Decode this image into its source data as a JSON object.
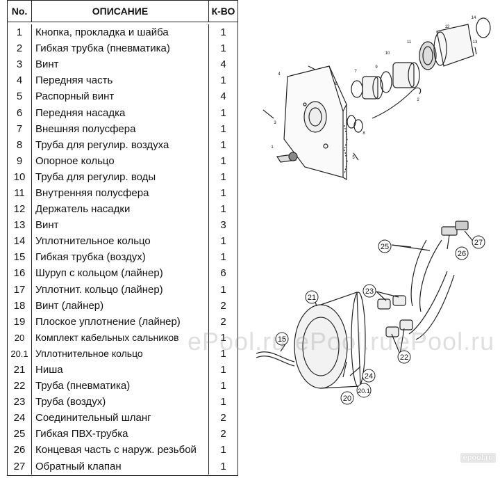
{
  "table": {
    "headers": {
      "no": "No.",
      "description": "ОПИСАНИЕ",
      "qty": "К-ВО"
    },
    "rows": [
      {
        "no": "1",
        "desc": "Кнопка, прокладка и шайба",
        "qty": "1"
      },
      {
        "no": "2",
        "desc": "Гибкая трубка (пневматика)",
        "qty": "1"
      },
      {
        "no": "3",
        "desc": "Винт",
        "qty": "4"
      },
      {
        "no": "4",
        "desc": "Передняя часть",
        "qty": "1"
      },
      {
        "no": "5",
        "desc": "Распорный винт",
        "qty": "4"
      },
      {
        "no": "6",
        "desc": "Передняя насадка",
        "qty": "1"
      },
      {
        "no": "7",
        "desc": "Внешняя полусфера",
        "qty": "1"
      },
      {
        "no": "8",
        "desc": "Труба для регулир. воздуха",
        "qty": "1"
      },
      {
        "no": "9",
        "desc": "Опорное кольцо",
        "qty": "1"
      },
      {
        "no": "10",
        "desc": "Труба для регулир. воды",
        "qty": "1"
      },
      {
        "no": "11",
        "desc": "Внутренняя полусфера",
        "qty": "1"
      },
      {
        "no": "12",
        "desc": "Держатель насадки",
        "qty": "1"
      },
      {
        "no": "13",
        "desc": "Винт",
        "qty": "3"
      },
      {
        "no": "14",
        "desc": "Уплотнительное кольцо",
        "qty": "1"
      },
      {
        "no": "15",
        "desc": "Гибкая трубка (воздух)",
        "qty": "1"
      },
      {
        "no": "16",
        "desc": "Шуруп с кольцом (лайнер)",
        "qty": "6"
      },
      {
        "no": "17",
        "desc": "Уплотнит. кольцо (лайнер)",
        "qty": "1"
      },
      {
        "no": "18",
        "desc": "Винт (лайнер)",
        "qty": "2"
      },
      {
        "no": "19",
        "desc": "Плоское уплотнение (лайнер)",
        "qty": "2"
      },
      {
        "no": "20",
        "desc": "Комплект кабельных сальников",
        "qty": "1"
      },
      {
        "no": "20.1",
        "desc": "Уплотнительное кольцо",
        "qty": "1"
      },
      {
        "no": "21",
        "desc": "Ниша",
        "qty": "1"
      },
      {
        "no": "22",
        "desc": "Труба (пневматика)",
        "qty": "1"
      },
      {
        "no": "23",
        "desc": "Труба (воздух)",
        "qty": "1"
      },
      {
        "no": "24",
        "desc": "Соединительный шланг",
        "qty": "2"
      },
      {
        "no": "25",
        "desc": "Гибкая ПВХ-трубка",
        "qty": "2"
      },
      {
        "no": "26",
        "desc": "Концевая часть с наруж. резьбой",
        "qty": "1"
      },
      {
        "no": "27",
        "desc": "Обратный клапан",
        "qty": "1"
      }
    ]
  },
  "diagram": {
    "top_labels": [
      "1",
      "2",
      "3",
      "4",
      "5",
      "6",
      "7",
      "8",
      "9",
      "10",
      "11",
      "12",
      "13",
      "14"
    ],
    "bottom_labels": [
      "15",
      "20",
      "20.1",
      "21",
      "22",
      "23",
      "24",
      "25",
      "26",
      "27"
    ]
  },
  "watermarks": [
    "ePool.ru",
    "ePool.ru",
    "ePool.ru"
  ],
  "logo": "epool.ru"
}
